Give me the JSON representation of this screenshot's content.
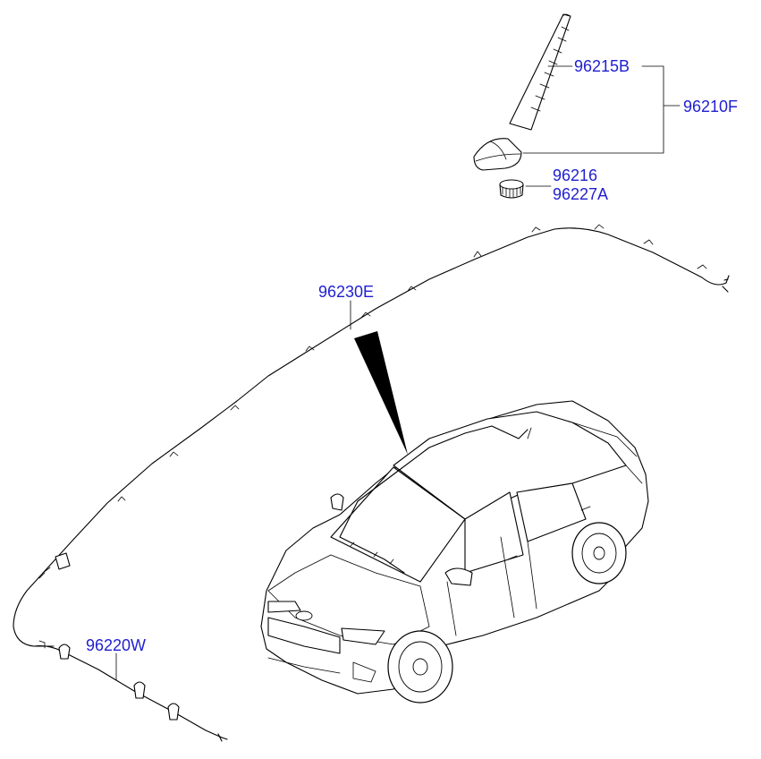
{
  "diagram": {
    "colors": {
      "label": "#1f1fd0",
      "line": "#000000",
      "background": "#ffffff"
    },
    "labels": {
      "p96215B": "96215B",
      "p96210F": "96210F",
      "p96216": "96216",
      "p96227A": "96227A",
      "p96230E": "96230E",
      "p96220W": "96220W"
    }
  }
}
